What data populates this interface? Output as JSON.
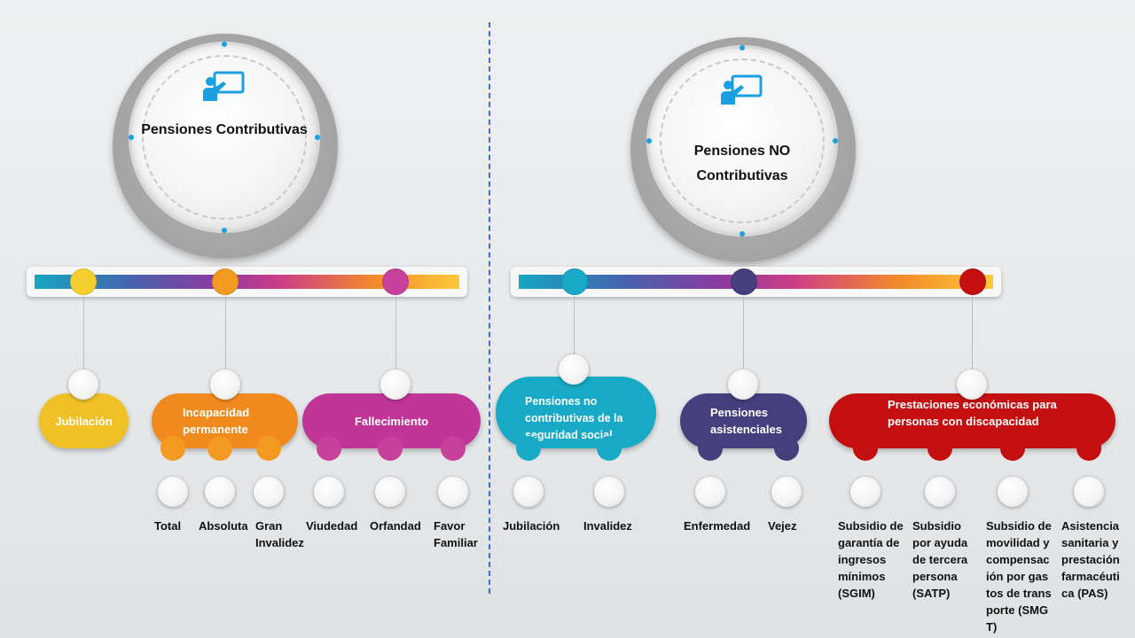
{
  "contributivas": {
    "title": "Pensiones Contributivas",
    "categories": [
      {
        "label": "Jubilación",
        "color": "#f0c126"
      },
      {
        "label": "Incapacidad permanente",
        "color": "#f08a1e"
      },
      {
        "label": "Fallecimiento",
        "color": "#c03595"
      }
    ],
    "leaves": [
      "Total",
      "Absoluta",
      "Gran Invalidez",
      "Viudedad",
      "Orfandad",
      "Favor Familiar"
    ]
  },
  "no_contributivas": {
    "title": "Pensiones NO Contributivas",
    "categories": [
      {
        "label": "Pensiones no contributivas de la seguridad social",
        "color": "#17a9c6"
      },
      {
        "label": "Pensiones asistenciales",
        "color": "#45407d"
      },
      {
        "label": "Prestaciones económicas para personas con discapacidad",
        "color": "#c40f10"
      }
    ],
    "leaves": [
      "Jubilación",
      "Invalidez",
      "Enfermedad",
      "Vejez",
      "Subsidio de garantía de ingresos mínimos (SGIM)",
      "Subsidio por ayuda de tercera persona (SATP)",
      "Subsidio de movilidad y compensación por gastos de transporte (SMGT)",
      "Asistencia sanitaria y prestación farmacéutica (PAS)"
    ]
  },
  "icons": {
    "presentation": "presentation-board-icon"
  }
}
